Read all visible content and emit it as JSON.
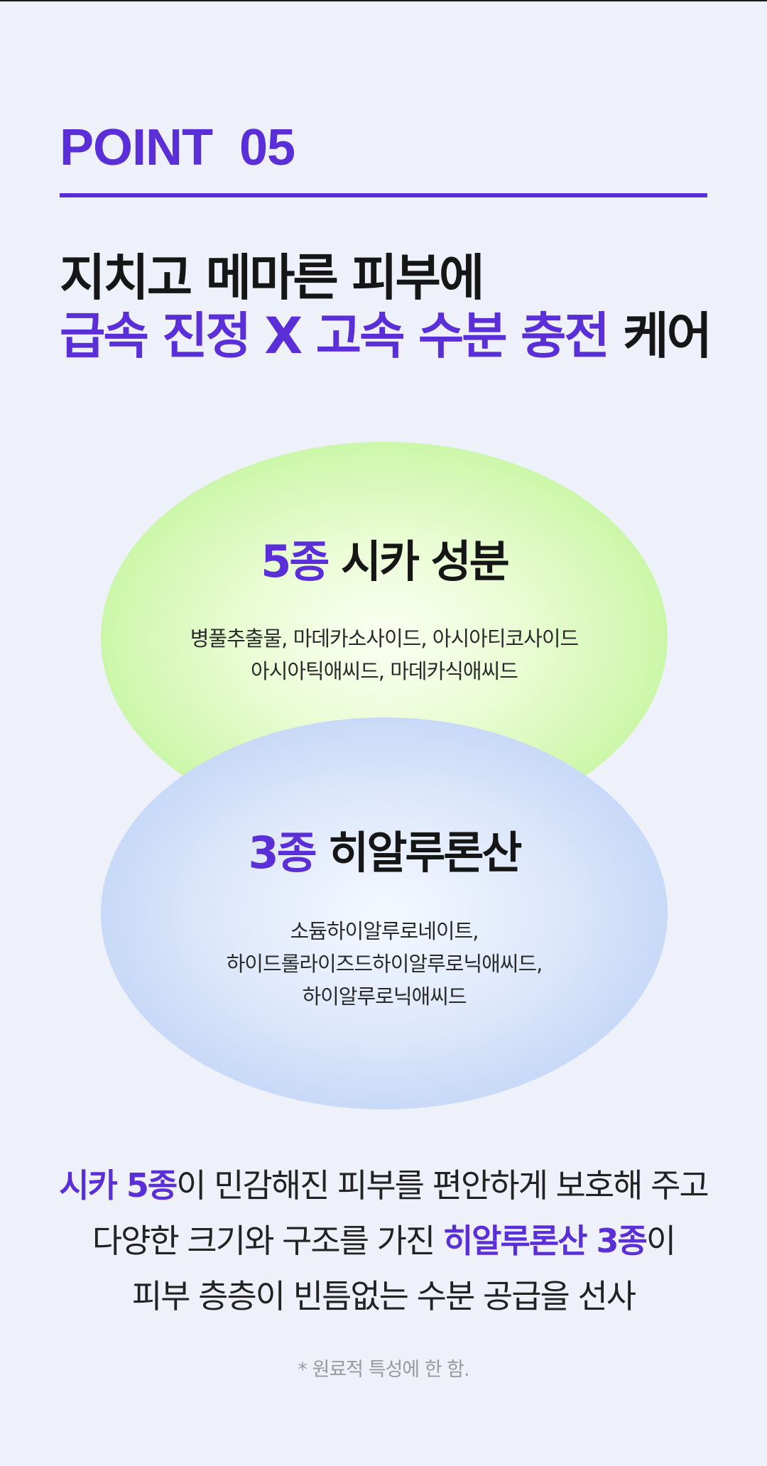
{
  "point": {
    "label": "POINT  05"
  },
  "headline": {
    "line1": "지치고 메마른 피부에",
    "line2_accent": "급속 진정 X 고속 수분 충전",
    "line2_rest": " 케어"
  },
  "cica": {
    "count": "5종",
    "name": " 시카 성분",
    "desc_line1": "병풀추출물, 마데카소사이드, 아시아티코사이드",
    "desc_line2": "아시아틱애씨드, 마데카식애씨드"
  },
  "hyaluronic": {
    "count": "3종",
    "name": " 히알루론산",
    "desc_line1": "소듐하이알루로네이트,",
    "desc_line2": "하이드롤라이즈드하이알루로닉애씨드,",
    "desc_line3": "하이알루로닉애씨드"
  },
  "summary": {
    "l1_accent": "시카 5종",
    "l1_rest": "이 민감해진 피부를 편안하게 보호해 주고",
    "l2_start": "다양한 크기와 구조를 가진 ",
    "l2_accent": "히알루론산 3종",
    "l2_end": "이",
    "l3": "피부 층층이 빈틈없는 수분 공급을 선사"
  },
  "footnote": "* 원료적 특성에 한 함.",
  "colors": {
    "accent": "#5a2fd8",
    "background": "#eef1fa",
    "green_circle": "#c8f6a4",
    "blue_circle": "#c2d6f6"
  }
}
